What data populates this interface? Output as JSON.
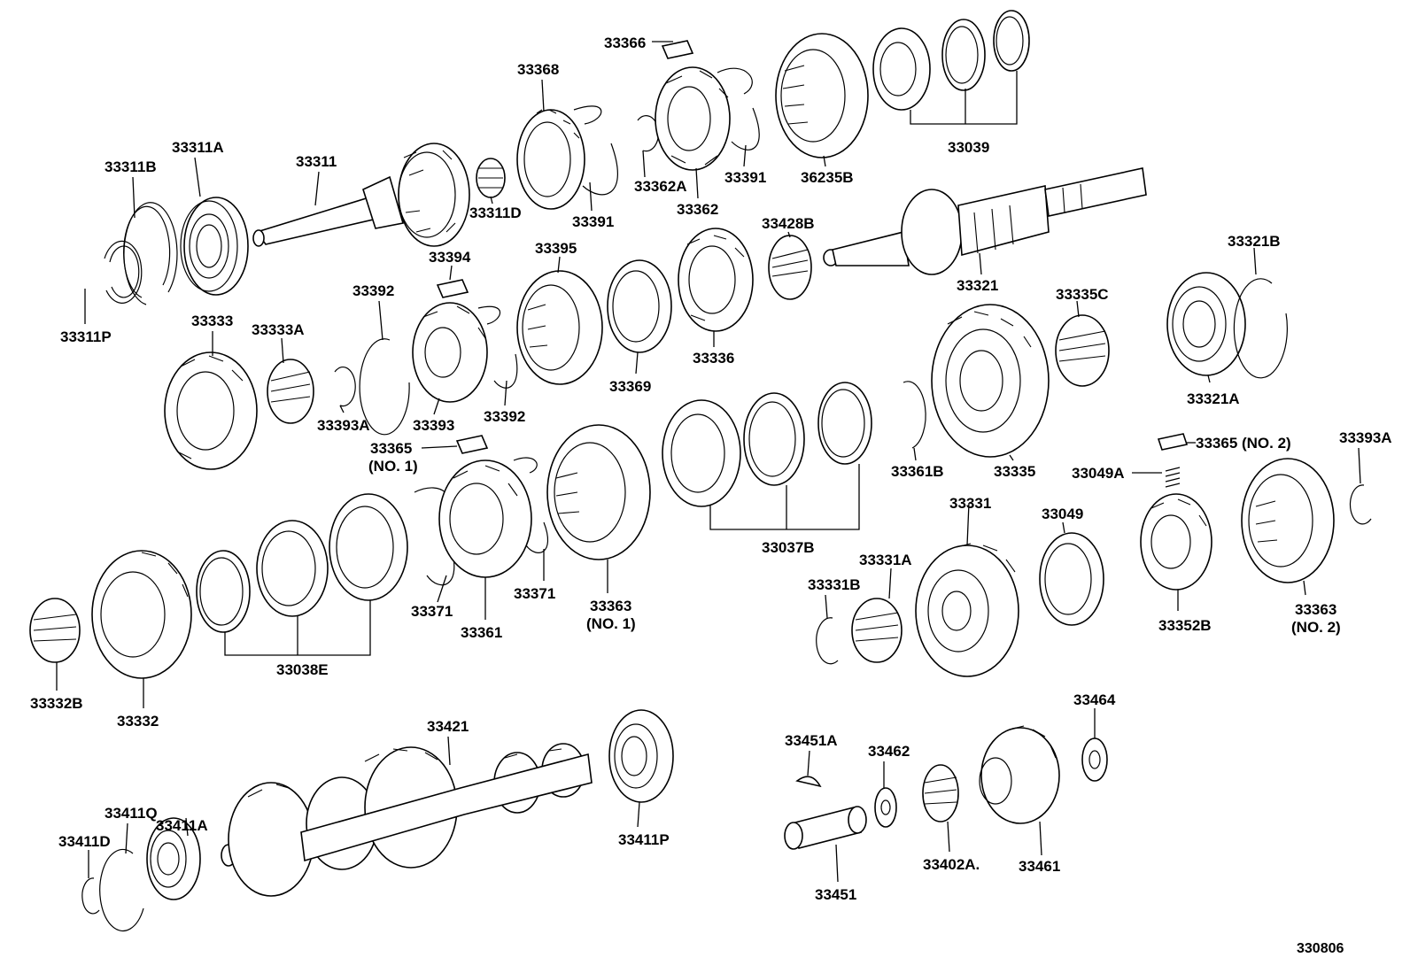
{
  "labels": {
    "l_33366": "33366",
    "l_33368": "33368",
    "l_33311A": "33311A",
    "l_33311B": "33311B",
    "l_33311": "33311",
    "l_33311D": "33311D",
    "l_33391a": "33391",
    "l_33362A": "33362A",
    "l_33362": "33362",
    "l_33391b": "33391",
    "l_36235B": "36235B",
    "l_33039": "33039",
    "l_33311P": "33311P",
    "l_33394": "33394",
    "l_33395": "33395",
    "l_33428B": "33428B",
    "l_33321": "33321",
    "l_33321B": "33321B",
    "l_33392a": "33392",
    "l_33333": "33333",
    "l_33333A": "33333A",
    "l_33393A": "33393A",
    "l_33393": "33393",
    "l_33392b": "33392",
    "l_33369": "33369",
    "l_33336": "33336",
    "l_33335C": "33335C",
    "l_33321A": "33321A",
    "l_33365_1": "33365",
    "l_no1a": "(NO. 1)",
    "l_33361B": "33361B",
    "l_33335": "33335",
    "l_33365_2": "33365 (NO. 2)",
    "l_33393A_2": "33393A",
    "l_33049A": "33049A",
    "l_33037B": "33037B",
    "l_33331": "33331",
    "l_33049": "33049",
    "l_33331A": "33331A",
    "l_33331B": "33331B",
    "l_33371a": "33371",
    "l_33371b": "33371",
    "l_33361": "33361",
    "l_33363_1": "33363",
    "l_no1b": "(NO. 1)",
    "l_33352B": "33352B",
    "l_33363_2": "33363",
    "l_no2": "(NO. 2)",
    "l_33332B": "33332B",
    "l_33332": "33332",
    "l_33038E": "33038E",
    "l_33421": "33421",
    "l_33411P": "33411P",
    "l_33451A": "33451A",
    "l_33462": "33462",
    "l_33464": "33464",
    "l_33411Q": "33411Q",
    "l_33411A": "33411A",
    "l_33411D": "33411D",
    "l_33451": "33451",
    "l_33402A": "33402A.",
    "l_33461": "33461",
    "l_code": "330806"
  }
}
